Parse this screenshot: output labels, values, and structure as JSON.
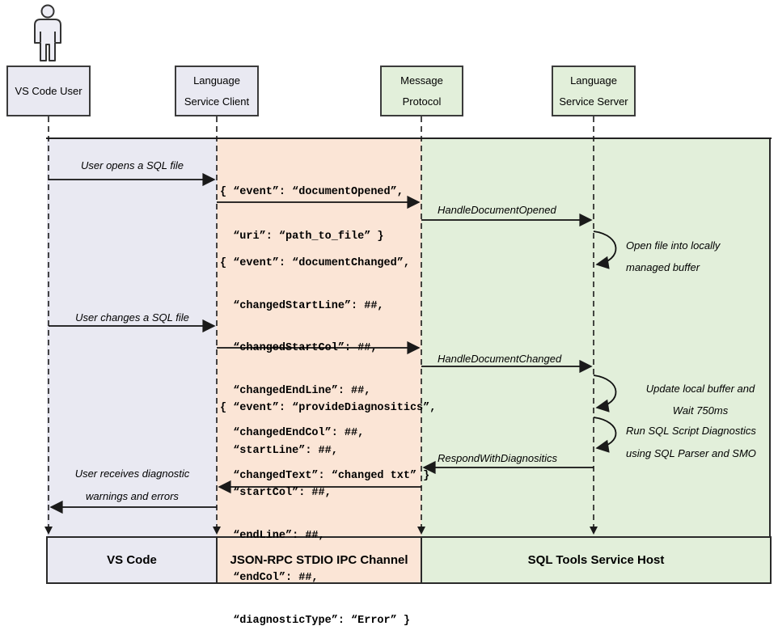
{
  "colors": {
    "lavender": "#e9e9f2",
    "peach": "#fbe5d6",
    "green": "#e2efda",
    "stroke": "#1a1a1a"
  },
  "actors": {
    "user": {
      "label": "VS Code User"
    },
    "client": {
      "line1": "Language",
      "line2": "Service Client"
    },
    "protocol": {
      "line1": "Message",
      "line2": "Protocol"
    },
    "server": {
      "line1": "Language",
      "line2": "Service Server"
    }
  },
  "labels": {
    "user_opens": "User opens a SQL file",
    "user_changes": "User changes a SQL file",
    "user_receives_line1": "User receives diagnostic",
    "user_receives_line2": "warnings and errors",
    "handle_document_opened": "HandleDocumentOpened",
    "handle_document_changed": "HandleDocumentChanged",
    "respond_with_diagnostics": "RespondWithDiagnositics",
    "note_open_line1": "Open file into locally",
    "note_open_line2": "managed buffer",
    "note_update_line1": "Update local buffer and",
    "note_update_line2": "Wait 750ms",
    "note_run_line1": "Run SQL Script Diagnostics",
    "note_run_line2": "using SQL Parser and SMO"
  },
  "payloads": {
    "document_opened": {
      "line1": "{ “event”: “documentOpened”,",
      "line2": "  “uri”: “path_to_file” }"
    },
    "document_changed": {
      "line1": "{ “event”: “documentChanged”,",
      "line2": "  “changedStartLine”: ##,",
      "line3": "  “changedStartCol”: ##,",
      "line4": "  “changedEndLine”: ##,",
      "line5": "  “changedEndCol”: ##,",
      "line6": "  “changedText”: “changed txt” }"
    },
    "provide_diagnostics": {
      "line1": "{ “event”: “provideDiagnositics”,",
      "line2": "  “startLine”: ##,",
      "line3": "  “startCol”: ##,",
      "line4": "  “endLine”: ##,",
      "line5": "  “endCol”: ##,",
      "line6": "  “diagnosticType”: “Error” }"
    }
  },
  "footer": {
    "vscode": "VS Code",
    "channel": "JSON-RPC STDIO IPC Channel",
    "host": "SQL Tools Service Host"
  }
}
